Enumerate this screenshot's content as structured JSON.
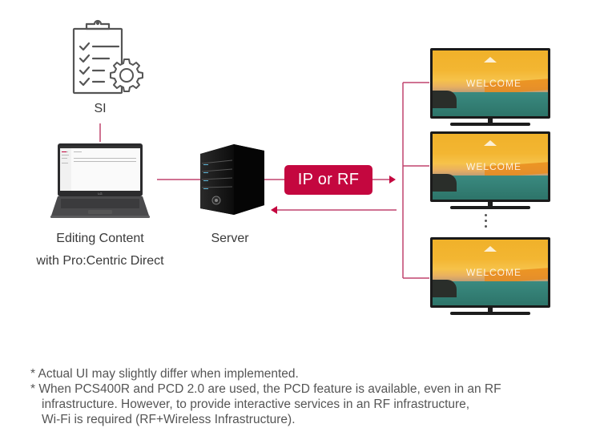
{
  "diagram": {
    "nodes": {
      "si": {
        "label": "SI",
        "icon": "checklist-gear-icon"
      },
      "laptop": {
        "label_line1": "Editing Content",
        "label_line2": "with Pro:Centric Direct",
        "icon": "laptop-icon"
      },
      "server": {
        "label": "Server",
        "icon": "server-tower-icon"
      },
      "connection": {
        "label": "IP or RF"
      },
      "tvs": {
        "count_shown": 3,
        "screen_text": "WELCOME",
        "icon": "tv-icon",
        "more_indicator": "vertical-ellipsis"
      }
    },
    "colors": {
      "accent": "#c4073f",
      "line": "#c0446e",
      "text": "#3a3a3a"
    }
  },
  "footnotes": [
    "* Actual UI may slightly differ when implemented.",
    "* When PCS400R and PCD 2.0 are used, the PCD feature is available, even in an RF",
    "infrastructure. However, to provide interactive services in an RF infrastructure,",
    "Wi-Fi is required (RF+Wireless Infrastructure)."
  ]
}
